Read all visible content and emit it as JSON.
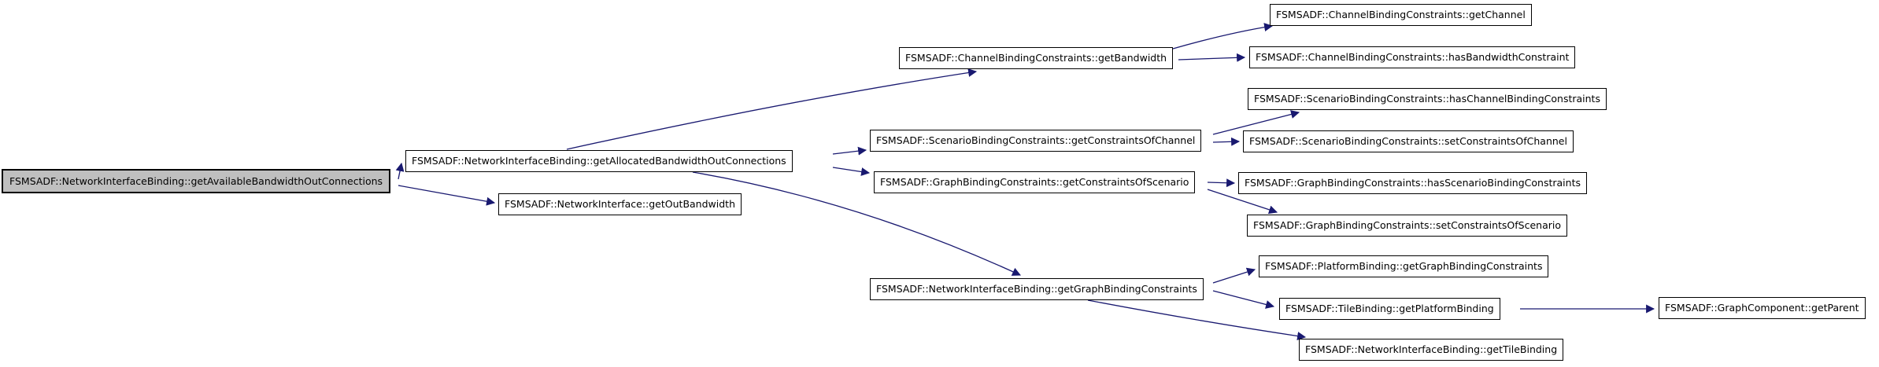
{
  "graph": {
    "kind": "call-graph",
    "colors": {
      "background": "#ffffff",
      "edge": "#191970",
      "node_border": "#000000",
      "node_fill": "#ffffff",
      "focus_node_fill": "#bfbfbf"
    },
    "nodes": [
      {
        "id": "NetworkInterfaceBinding::getAvailableBandwidthOutConnections",
        "label": "FSMSADF::NetworkInterfaceBinding::getAvailableBandwidthOutConnections",
        "focus": true
      },
      {
        "id": "NetworkInterfaceBinding::getAllocatedBandwidthOutConnections",
        "label": "FSMSADF::NetworkInterfaceBinding::getAllocatedBandwidthOutConnections",
        "focus": false
      },
      {
        "id": "NetworkInterface::getOutBandwidth",
        "label": "FSMSADF::NetworkInterface::getOutBandwidth",
        "focus": false
      },
      {
        "id": "ChannelBindingConstraints::getBandwidth",
        "label": "FSMSADF::ChannelBindingConstraints::getBandwidth",
        "focus": false
      },
      {
        "id": "ScenarioBindingConstraints::getConstraintsOfChannel",
        "label": "FSMSADF::ScenarioBindingConstraints::getConstraintsOfChannel",
        "focus": false
      },
      {
        "id": "GraphBindingConstraints::getConstraintsOfScenario",
        "label": "FSMSADF::GraphBindingConstraints::getConstraintsOfScenario",
        "focus": false
      },
      {
        "id": "NetworkInterfaceBinding::getGraphBindingConstraints",
        "label": "FSMSADF::NetworkInterfaceBinding::getGraphBindingConstraints",
        "focus": false
      },
      {
        "id": "ChannelBindingConstraints::getChannel",
        "label": "FSMSADF::ChannelBindingConstraints::getChannel",
        "focus": false
      },
      {
        "id": "ChannelBindingConstraints::hasBandwidthConstraint",
        "label": "FSMSADF::ChannelBindingConstraints::hasBandwidthConstraint",
        "focus": false
      },
      {
        "id": "ScenarioBindingConstraints::hasChannelBindingConstraints",
        "label": "FSMSADF::ScenarioBindingConstraints::hasChannelBindingConstraints",
        "focus": false
      },
      {
        "id": "ScenarioBindingConstraints::setConstraintsOfChannel",
        "label": "FSMSADF::ScenarioBindingConstraints::setConstraintsOfChannel",
        "focus": false
      },
      {
        "id": "GraphBindingConstraints::hasScenarioBindingConstraints",
        "label": "FSMSADF::GraphBindingConstraints::hasScenarioBindingConstraints",
        "focus": false
      },
      {
        "id": "GraphBindingConstraints::setConstraintsOfScenario",
        "label": "FSMSADF::GraphBindingConstraints::setConstraintsOfScenario",
        "focus": false
      },
      {
        "id": "PlatformBinding::getGraphBindingConstraints",
        "label": "FSMSADF::PlatformBinding::getGraphBindingConstraints",
        "focus": false
      },
      {
        "id": "TileBinding::getPlatformBinding",
        "label": "FSMSADF::TileBinding::getPlatformBinding",
        "focus": false
      },
      {
        "id": "GraphComponent::getParent",
        "label": "FSMSADF::GraphComponent::getParent",
        "focus": false
      },
      {
        "id": "NetworkInterfaceBinding::getTileBinding",
        "label": "FSMSADF::NetworkInterfaceBinding::getTileBinding",
        "focus": false
      }
    ],
    "edges": [
      {
        "from": "NetworkInterfaceBinding::getAvailableBandwidthOutConnections",
        "to": "NetworkInterfaceBinding::getAllocatedBandwidthOutConnections"
      },
      {
        "from": "NetworkInterfaceBinding::getAvailableBandwidthOutConnections",
        "to": "NetworkInterface::getOutBandwidth"
      },
      {
        "from": "NetworkInterfaceBinding::getAllocatedBandwidthOutConnections",
        "to": "ChannelBindingConstraints::getBandwidth"
      },
      {
        "from": "NetworkInterfaceBinding::getAllocatedBandwidthOutConnections",
        "to": "ScenarioBindingConstraints::getConstraintsOfChannel"
      },
      {
        "from": "NetworkInterfaceBinding::getAllocatedBandwidthOutConnections",
        "to": "GraphBindingConstraints::getConstraintsOfScenario"
      },
      {
        "from": "NetworkInterfaceBinding::getAllocatedBandwidthOutConnections",
        "to": "NetworkInterfaceBinding::getGraphBindingConstraints"
      },
      {
        "from": "ChannelBindingConstraints::getBandwidth",
        "to": "ChannelBindingConstraints::getChannel"
      },
      {
        "from": "ChannelBindingConstraints::getBandwidth",
        "to": "ChannelBindingConstraints::hasBandwidthConstraint"
      },
      {
        "from": "ScenarioBindingConstraints::getConstraintsOfChannel",
        "to": "ScenarioBindingConstraints::hasChannelBindingConstraints"
      },
      {
        "from": "ScenarioBindingConstraints::getConstraintsOfChannel",
        "to": "ScenarioBindingConstraints::setConstraintsOfChannel"
      },
      {
        "from": "GraphBindingConstraints::getConstraintsOfScenario",
        "to": "GraphBindingConstraints::hasScenarioBindingConstraints"
      },
      {
        "from": "GraphBindingConstraints::getConstraintsOfScenario",
        "to": "GraphBindingConstraints::setConstraintsOfScenario"
      },
      {
        "from": "NetworkInterfaceBinding::getGraphBindingConstraints",
        "to": "PlatformBinding::getGraphBindingConstraints"
      },
      {
        "from": "NetworkInterfaceBinding::getGraphBindingConstraints",
        "to": "TileBinding::getPlatformBinding"
      },
      {
        "from": "NetworkInterfaceBinding::getGraphBindingConstraints",
        "to": "NetworkInterfaceBinding::getTileBinding"
      },
      {
        "from": "TileBinding::getPlatformBinding",
        "to": "GraphComponent::getParent"
      }
    ]
  }
}
